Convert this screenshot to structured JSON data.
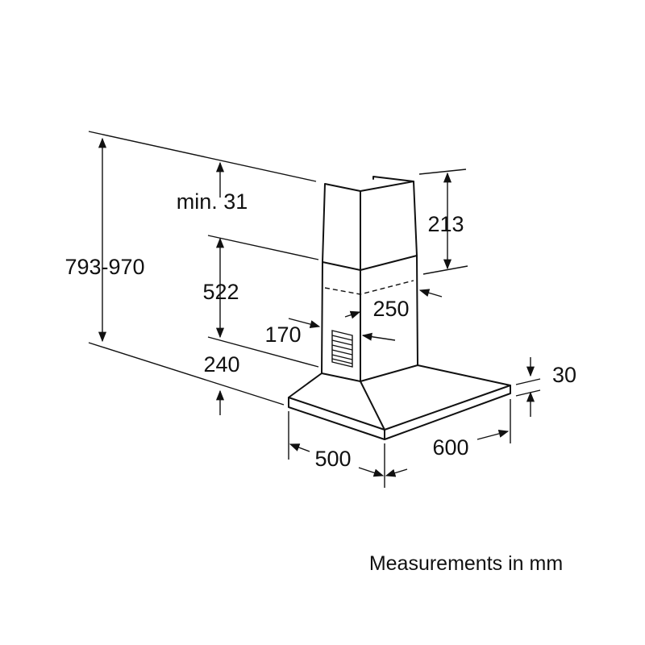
{
  "diagram": {
    "dimensions": {
      "total_height": "793-970",
      "min_gap": "min. 31",
      "upper_chimney": "522",
      "lower_chimney": "213",
      "chimney_width": "250",
      "chimney_depth": "170",
      "canopy_height": "240",
      "canopy_thickness": "30",
      "depth": "500",
      "width": "600"
    },
    "caption": "Measurements in mm"
  }
}
